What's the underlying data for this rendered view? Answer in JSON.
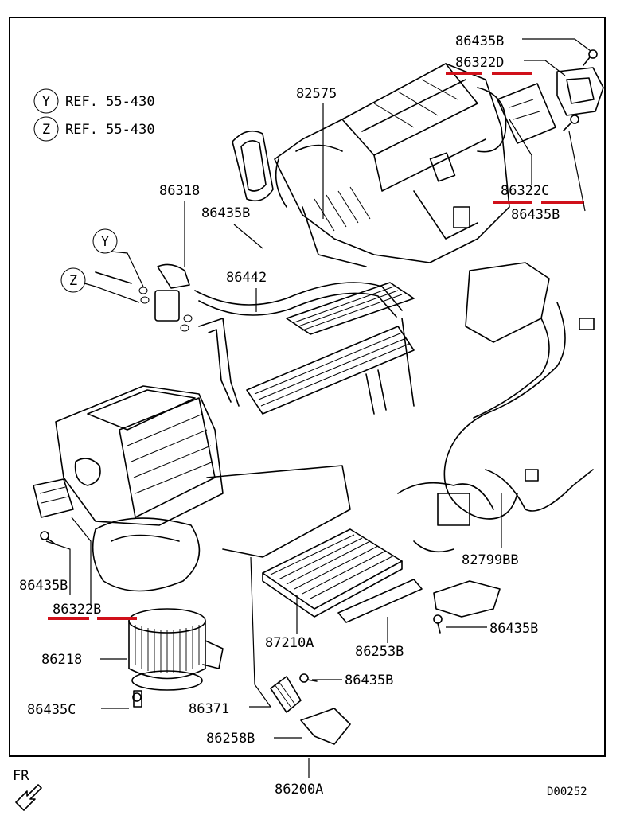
{
  "refs": [
    {
      "letter": "Y",
      "text": "REF. 55-430"
    },
    {
      "letter": "Z",
      "text": "REF. 55-430"
    }
  ],
  "callouts": {
    "y_small": "Y",
    "z_small": "Z"
  },
  "labels": {
    "p86435B_top": "86435B",
    "p86322D": "86322D",
    "p82575": "82575",
    "p86318": "86318",
    "p86435B_left": "86435B",
    "p86322C": "86322C",
    "p86435B_right": "86435B",
    "p86442": "86442",
    "p86435B_lowleft": "86435B",
    "p86322B": "86322B",
    "p86218": "86218",
    "p86435C": "86435C",
    "p82799BB": "82799BB",
    "p86435B_lowright": "86435B",
    "p87210A": "87210A",
    "p86253B": "86253B",
    "p86435B_bottom": "86435B",
    "p86371": "86371",
    "p86258B": "86258B",
    "p86200A": "86200A"
  },
  "footer": {
    "fr": "FR",
    "code": "D00252"
  },
  "colors": {
    "highlight": "#d0101a",
    "ink": "#000000"
  }
}
